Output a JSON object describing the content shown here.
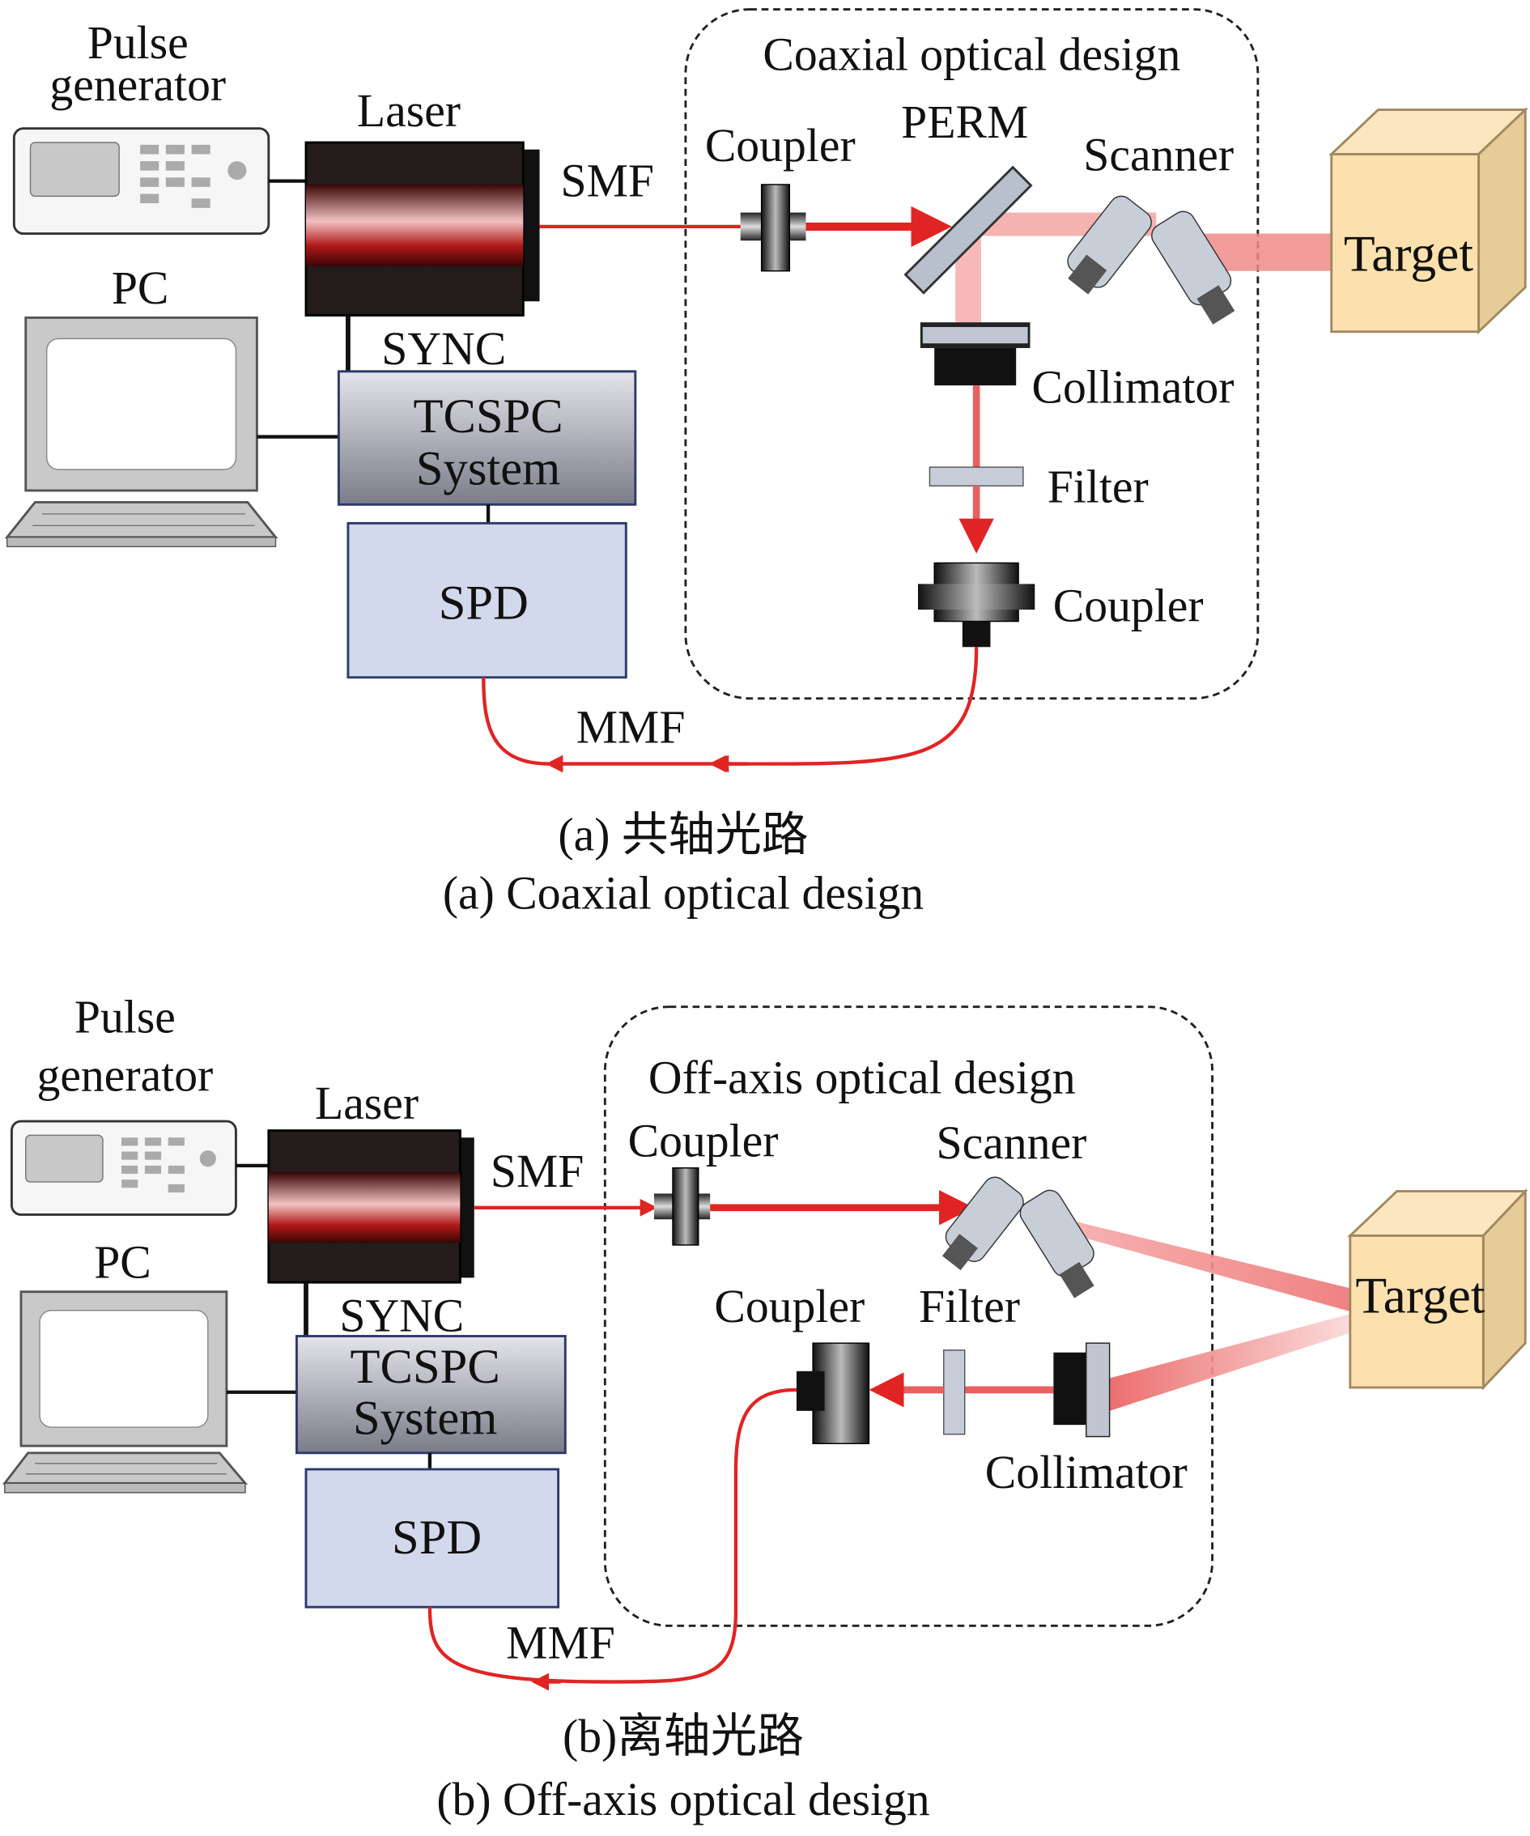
{
  "panel_a": {
    "box_label": "Coaxial optical design",
    "pulse_line1": "Pulse",
    "pulse_line2": "generator",
    "laser": "Laser",
    "smf": "SMF",
    "pc": "PC",
    "sync": "SYNC",
    "tcspc_line1": "TCSPC",
    "tcspc_line2": "System",
    "spd": "SPD",
    "coupler_top": "Coupler",
    "perm": "PERM",
    "scanner": "Scanner",
    "target": "Target",
    "collimator": "Collimator",
    "filter": "Filter",
    "coupler_bottom": "Coupler",
    "mmf": "MMF",
    "caption_cn": "(a) 共轴光路",
    "caption_en": "(a) Coaxial optical design"
  },
  "panel_b": {
    "box_label": "Off-axis optical design",
    "pulse_line1": "Pulse",
    "pulse_line2": "generator",
    "laser": "Laser",
    "smf": "SMF",
    "pc": "PC",
    "sync": "SYNC",
    "tcspc_line1": "TCSPC",
    "tcspc_line2": "System",
    "spd": "SPD",
    "coupler_top": "Coupler",
    "scanner": "Scanner",
    "target": "Target",
    "coupler_label": "Coupler",
    "filter": "Filter",
    "collimator": "Collimator",
    "mmf": "MMF",
    "caption_cn": "(b)离轴光路",
    "caption_en": "(b) Off-axis optical design"
  },
  "colors": {
    "beam": "#e02424",
    "target": "#fce1ae",
    "spd": "#d3d9ec"
  }
}
